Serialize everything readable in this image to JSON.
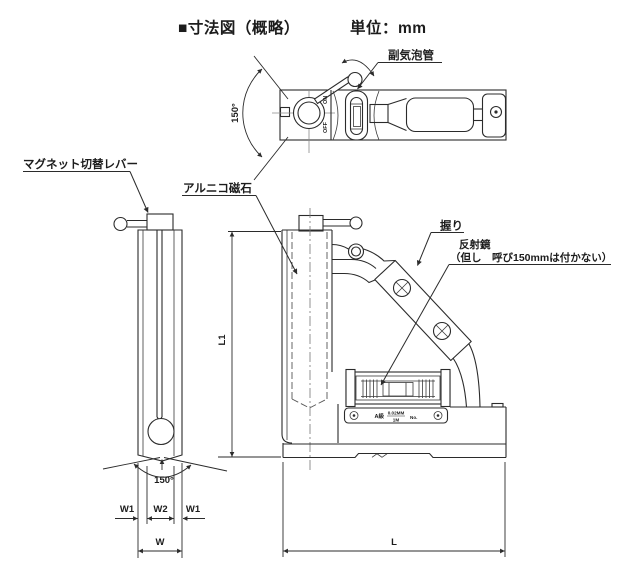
{
  "header": {
    "title": "■寸法図（概略）",
    "unit": "単位：mm"
  },
  "callouts": {
    "sub_bubble_tube": "副気泡管",
    "magnet_switch_lever": "マグネット切替レバー",
    "alnico_magnet": "アルニコ磁石",
    "grip": "握り",
    "reflector": "反射鏡",
    "reflector_note": "（但し　呼び150mmは付かない）"
  },
  "switch": {
    "on": "ON",
    "off": "OFF"
  },
  "plate": {
    "grade": "A級",
    "accuracy_numerator": "0.02MM",
    "accuracy_denominator": "1M",
    "serial": "No."
  },
  "dimensions": {
    "top_angle": "150°",
    "groove_angle": "150°",
    "height": "L1",
    "length_overall": "L",
    "width_left": "W1",
    "width_center": "W2",
    "width_right": "W1",
    "width_overall": "W"
  },
  "colors": {
    "ink": "#2b2b2b",
    "paper": "#ffffff"
  }
}
